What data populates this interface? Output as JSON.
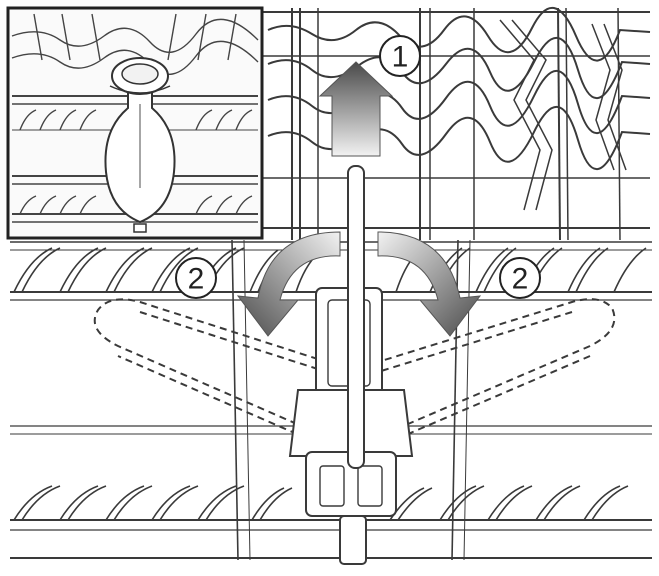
{
  "steps": [
    {
      "number": "1",
      "action": "lift"
    },
    {
      "number": "2",
      "action": "rotate-left"
    },
    {
      "number": "2",
      "action": "rotate-right"
    }
  ],
  "colors": {
    "line": "#3a3a3a",
    "line_light": "#8a8a8a",
    "arrow_dark": "#4a4a4a",
    "arrow_light": "#f0f0f0",
    "background": "#ffffff",
    "inset_background": "#fafafa"
  },
  "icons": {
    "inset": "bottle-on-rack-icon",
    "spray_arm": "spray-arm-icon",
    "lift_arrow": "arrow-up-icon",
    "rotate_arrows": "curved-arrow-icon"
  }
}
